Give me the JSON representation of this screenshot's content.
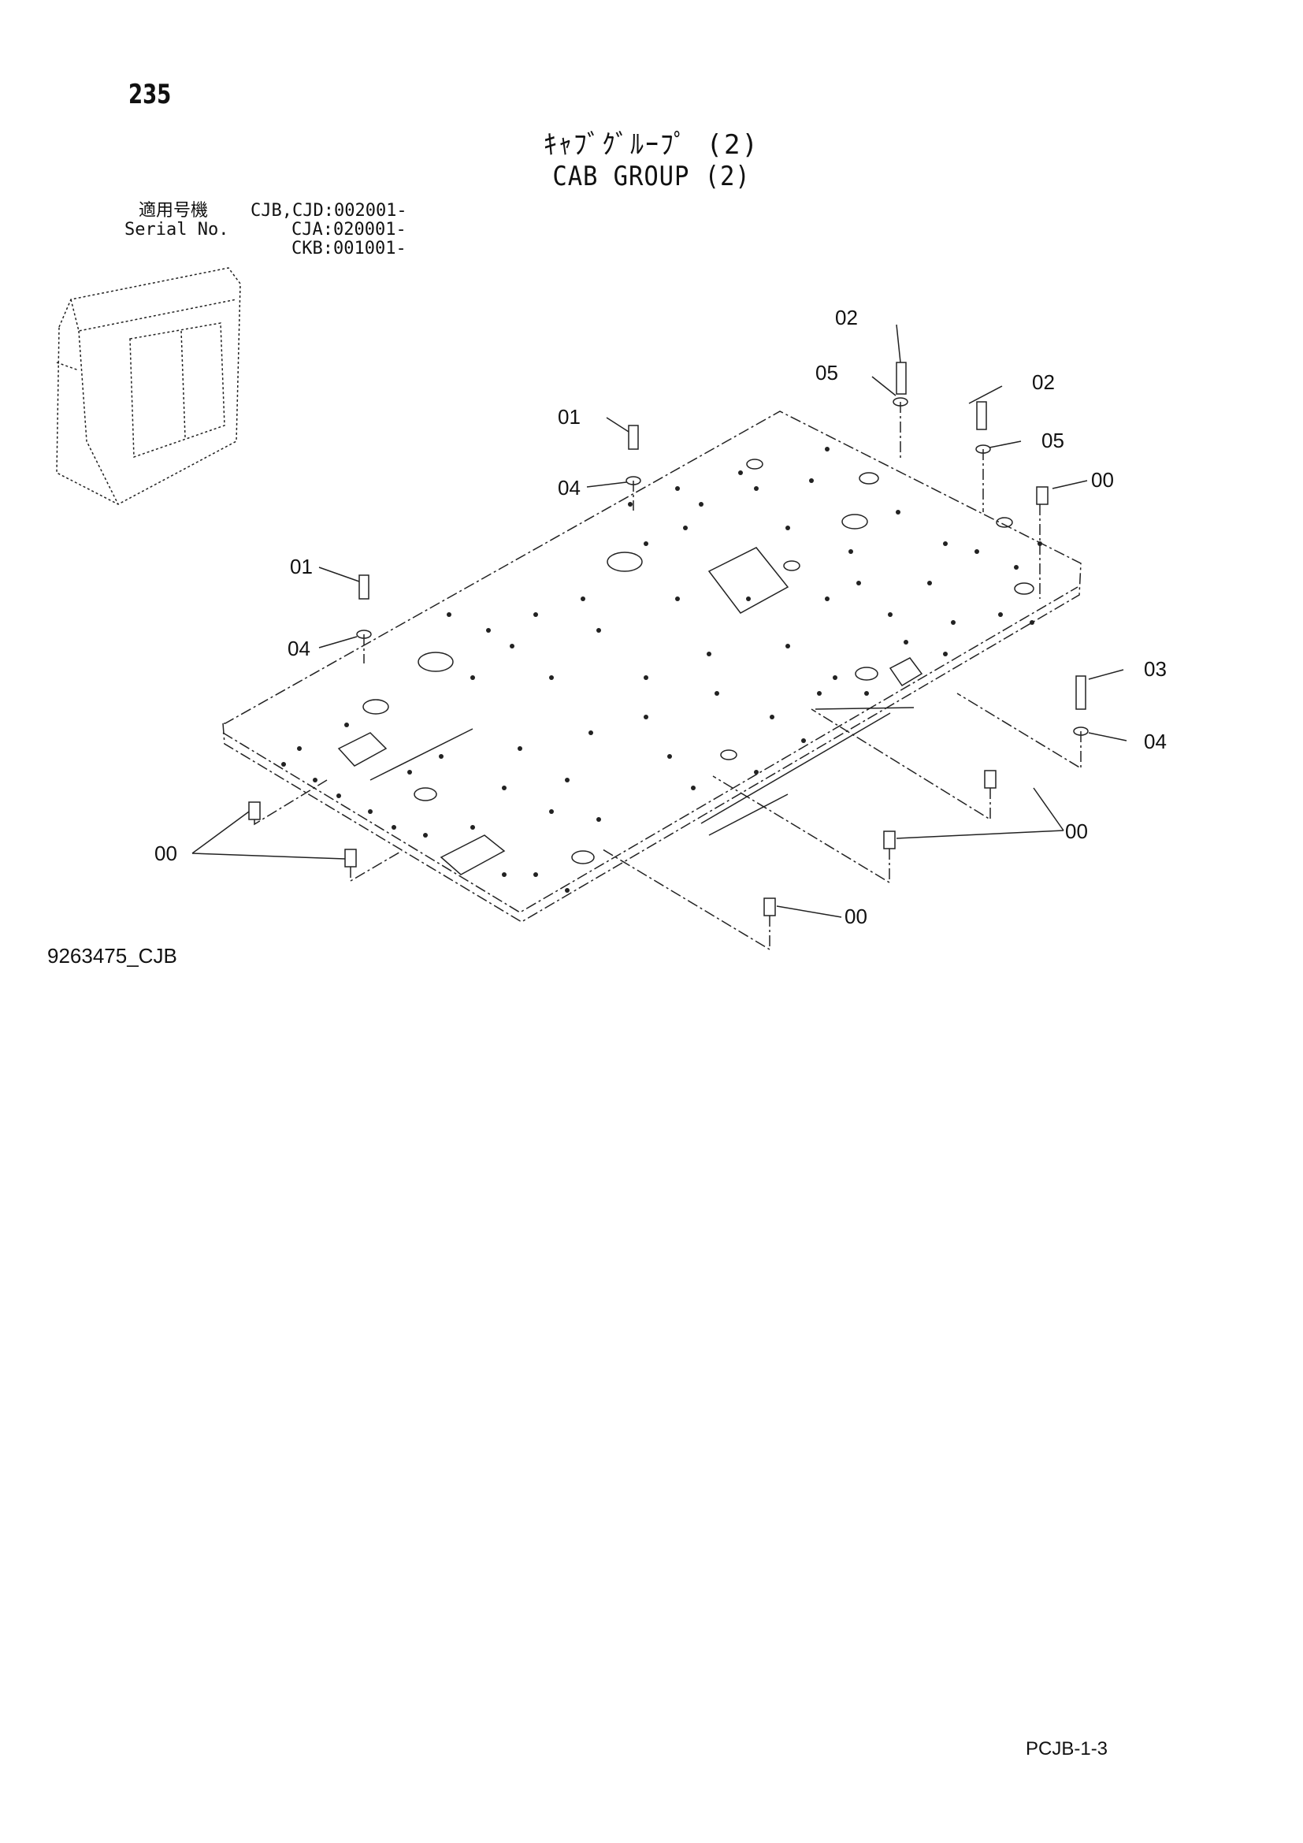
{
  "header": {
    "page_number": "235",
    "title_jp": "ｷｬﾌﾞｸﾞﾙｰﾌﾟ (2)",
    "title_en": "CAB GROUP (2)"
  },
  "serial": {
    "label_jp": "適用号機",
    "label_en": "Serial No.",
    "ranges": [
      "CJB,CJD:002001-",
      "CJA:020001-",
      "CKB:001001-"
    ]
  },
  "callouts": [
    "00",
    "01",
    "02",
    "03",
    "04",
    "05"
  ],
  "footer": {
    "doc_code": "9263475_CJB",
    "page_ref": "PCJB-1-3"
  }
}
